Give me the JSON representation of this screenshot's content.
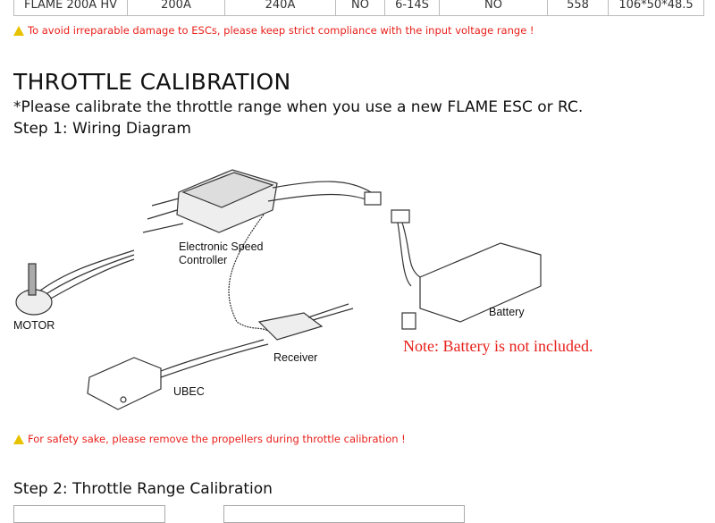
{
  "table": {
    "row": [
      "FLAME 200A HV",
      "200A",
      "240A",
      "NO",
      "6-14S",
      "NO",
      "558",
      "106*50*48.5"
    ]
  },
  "warning1": "To avoid irreparable damage to ESCs, please keep strict compliance with the input voltage range !",
  "section_title": "THROTTLE CALIBRATION",
  "subtitle": "*Please calibrate the throttle range when you use a new FLAME ESC or RC.",
  "step1": "Step 1: Wiring Diagram",
  "diagram": {
    "esc": "Electronic Speed Controller",
    "motor": "MOTOR",
    "receiver": "Receiver",
    "ubec": "UBEC",
    "battery": "Battery",
    "note": "Note: Battery is not included."
  },
  "warning2": "For safety sake, please remove the propellers during throttle calibration !",
  "step2": "Step 2: Throttle Range Calibration"
}
